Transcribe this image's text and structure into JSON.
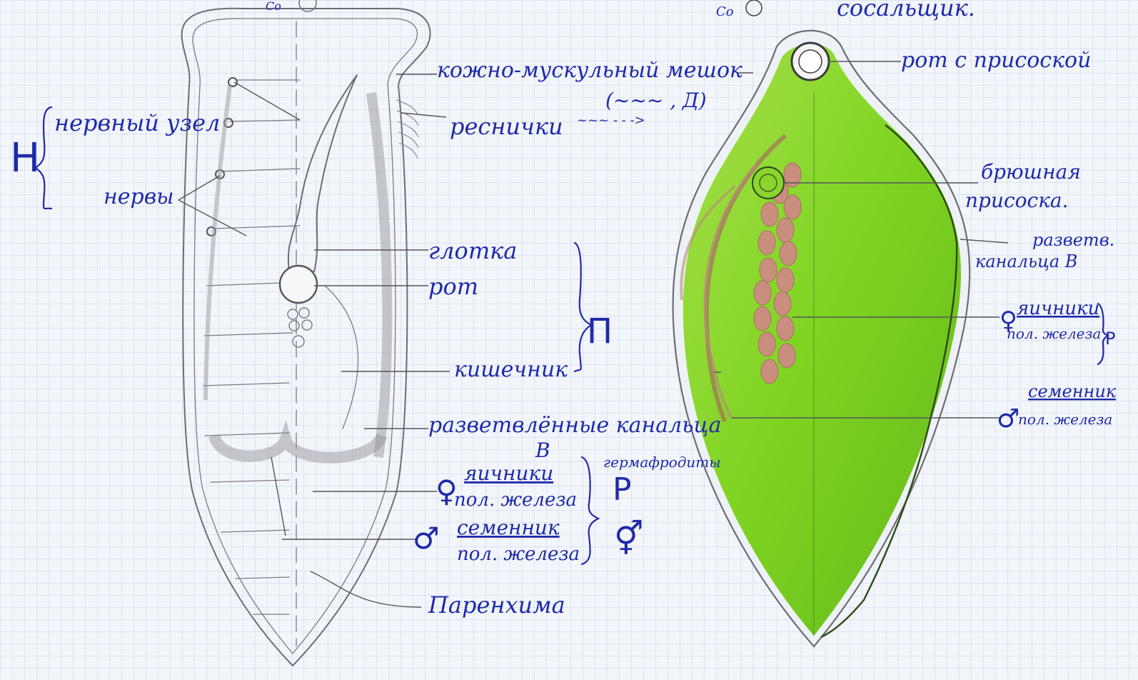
{
  "left_figure": {
    "co_marker": "Co",
    "group_H": {
      "letter": "Н",
      "items": [
        "нервный узел",
        "нервы"
      ]
    },
    "labels": {
      "skin_muscle_sac": "кожно-мускульный мешок",
      "sac_note": "(~~~ , Д)",
      "cilia": "реснички",
      "cilia_note": "~~~ - - ->",
      "pharynx": "глотка",
      "mouth": "рот",
      "intestine": "кишечник",
      "group_P": "П",
      "branched_canals": "разветвлённые канальца",
      "branched_canals_letter": "В",
      "ovaries": "яичники",
      "ovaries_sub": "пол. железа",
      "testes": "семенник",
      "testes_sub": "пол. железа",
      "group_R": "Р",
      "hermaphrodite": "гермафродиты",
      "parenchyma": "Паренхима"
    }
  },
  "right_figure": {
    "co_marker": "Co",
    "title": "сосальщик.",
    "labels": {
      "mouth_sucker": "рот с присоской",
      "ventral_sucker_1": "брюшная",
      "ventral_sucker_2": "присоска.",
      "branched_canals_1": "разветв.",
      "branched_canals_2": "канальца В",
      "ovaries": "яичники",
      "ovaries_sub": "пол. железа",
      "group_R": "Р",
      "testes": "семенник",
      "testes_sub": "пол. железа"
    }
  },
  "symbols": {
    "female": "♀",
    "male": "♂",
    "hermaphrodite": "⚥"
  },
  "colors": {
    "ink_blue": "#1f2aa8",
    "pencil_gray": "#6d6d75",
    "fluke_green": "#7ed321",
    "egg_pink": "#c98e7e",
    "paper": "#f2f5fa"
  }
}
